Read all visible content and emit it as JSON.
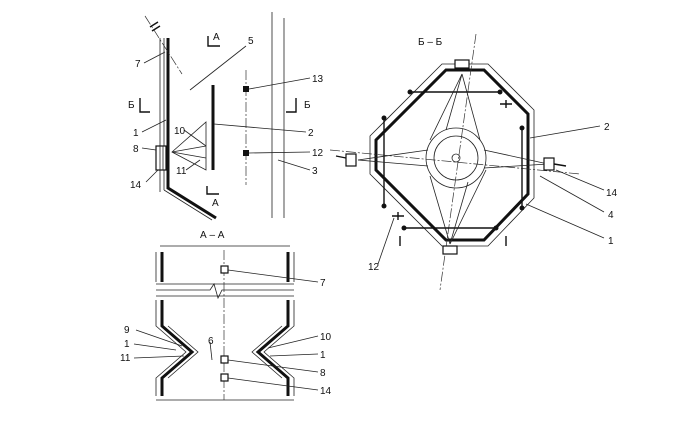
{
  "section_labels": {
    "bb_marker_left": "Б",
    "bb_marker_right": "Б",
    "aa_marker_top": "А",
    "aa_marker_bottom": "А",
    "aa_title": "А – А",
    "bb_title": "Б – Б"
  },
  "left_view": {
    "labels": [
      "7",
      "5",
      "13",
      "1",
      "10",
      "2",
      "8",
      "12",
      "14",
      "11",
      "3"
    ]
  },
  "bottom_view": {
    "labels": [
      "7",
      "9",
      "10",
      "1",
      "6",
      "1",
      "11",
      "8",
      "14"
    ]
  },
  "right_view": {
    "labels": [
      "2",
      "14",
      "4",
      "1",
      "12"
    ]
  },
  "colors": {
    "line": "#111111",
    "background": "#ffffff"
  }
}
